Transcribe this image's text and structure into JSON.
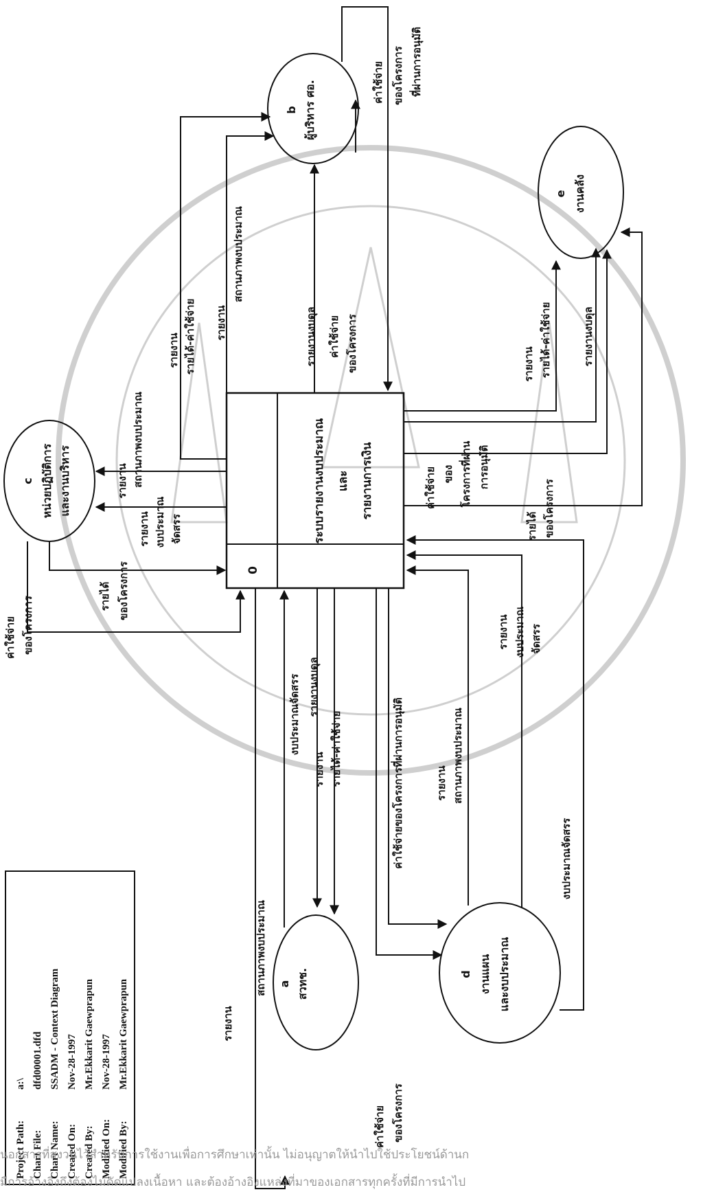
{
  "info_box": {
    "labels": [
      "Project Path:",
      "Chart File:",
      "Chart Name:",
      "Created On:",
      "Created By:",
      "Modified On:",
      "Modified By:"
    ],
    "values": [
      "a:\\",
      "dfd00001.dfd",
      "SSADM - Context Diagram",
      "Nov-28-1997",
      "Mr.Ekkarit Gaewprapun",
      "Nov-28-1997",
      "Mr.Ekkarit Gaewprapun"
    ]
  },
  "process": {
    "id": "0",
    "lines": [
      "ระบบรายงานงบประมาณ",
      "และ",
      "รายงานการเงิน"
    ]
  },
  "entities": {
    "a": {
      "id": "a",
      "name": "สวทช."
    },
    "b": {
      "id": "b",
      "name": "ผู้บริหาร ศอ."
    },
    "c": {
      "id": "c",
      "name1": "หน่วยปฏิบัติการ",
      "name2": "และงานบริหาร"
    },
    "d": {
      "id": "d",
      "name1": "งานแผน",
      "name2": "และงบประมาณ"
    },
    "e": {
      "id": "e",
      "name": "งานคลัง"
    }
  },
  "flows": {
    "rai_ngan": "รายงาน",
    "sathanaphap": "สถานภาพงบประมาณ",
    "rai_dai_kha_chai_jai": "รายได้-ค่าใช้จ่าย",
    "rai_ngan_bukkhon": "รายงานงบดุล",
    "kha_chai_jai": "ค่าใช้จ่าย",
    "khong_khrongkan": "ของโครงการ",
    "tee_phan_anumat": "ที่ผ่านการอนุมัติ",
    "rai_dai": "รายได้",
    "ngop_pramaan": "งบประมาณ",
    "jat_san": "จัดสรร",
    "ngop_pramaan_jat_san": "งบประมาณจัดสรร",
    "kha_chai_jai_khrongkan_anumat": "ค่าใช้จ่ายของโครงการที่ผ่านการอนุมัติ",
    "khong": "ของ",
    "khrongkan_tee_phan": "โครงการที่ผ่าน",
    "kan_anumat": "การอนุมัติ"
  },
  "footer": {
    "line1": "นอกสารที่สงวนไว้สำหรับการใช้งานเพื่อการศึกษาเท่านั้น ไม่อนุญาตให้นำไปใช้ประโยชน์ด้านก",
    "line2": "มีการอ้างอิงถึงต้องไม่ดัดแปลงเนื้อหา และต้องอ้างอิงแหล่งที่มาของเอกสารทุกครั้งที่มีการนำไป"
  }
}
